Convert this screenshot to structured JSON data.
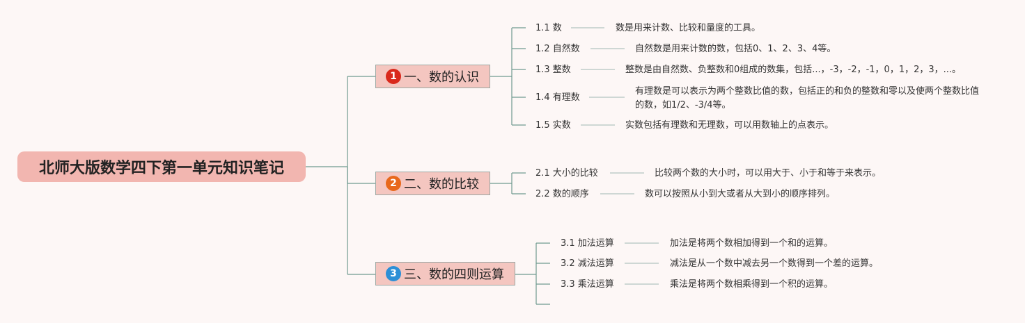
{
  "root": {
    "title": "北师大版数学四下第一单元知识笔记"
  },
  "colors": {
    "line": "#6f9a90",
    "root_bg": "#f2b6b0",
    "branch_bg": "#f4c6c0"
  },
  "branches": [
    {
      "number": "1",
      "title": "一、数的认识",
      "badge_color": "#d9291c",
      "items": [
        {
          "label": "1.1 数",
          "desc": "数是用来计数、比较和量度的工具。"
        },
        {
          "label": "1.2 自然数",
          "desc": "自然数是用来计数的数，包括0、1、2、3、4等。"
        },
        {
          "label": "1.3 整数",
          "desc": "整数是由自然数、负整数和0组成的数集，包括...，-3，-2，-1，0，1，2，3，...。"
        },
        {
          "label": "1.4 有理数",
          "desc": "有理数是可以表示为两个整数比值的数，包括正的和负的整数和零以及使两个整数比值的数，如1/2、-3/4等。"
        },
        {
          "label": "1.5 实数",
          "desc": "实数包括有理数和无理数，可以用数轴上的点表示。"
        }
      ]
    },
    {
      "number": "2",
      "title": "二、数的比较",
      "badge_color": "#e8681b",
      "items": [
        {
          "label": "2.1 大小的比较",
          "desc": "比较两个数的大小时，可以用大于、小于和等于来表示。"
        },
        {
          "label": "2.2 数的顺序",
          "desc": "数可以按照从小到大或者从大到小的顺序排列。"
        }
      ]
    },
    {
      "number": "3",
      "title": "三、数的四则运算",
      "badge_color": "#2d8fd6",
      "items": [
        {
          "label": "3.1 加法运算",
          "desc": "加法是将两个数相加得到一个和的运算。"
        },
        {
          "label": "3.2 减法运算",
          "desc": "减法是从一个数中减去另一个数得到一个差的运算。"
        },
        {
          "label": "3.3 乘法运算",
          "desc": "乘法是将两个数相乘得到一个积的运算。"
        }
      ]
    }
  ]
}
